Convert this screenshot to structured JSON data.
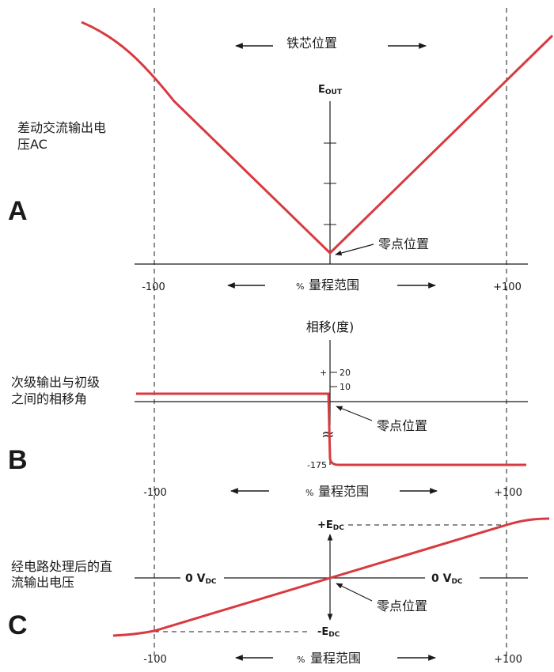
{
  "panel_a": {
    "letter": "A",
    "side_label_line1": "差动交流输出电",
    "side_label_line2": "压AC",
    "top_label": "铁芯位置",
    "yaxis_label": "E",
    "yaxis_sub": "OUT",
    "null_label": "零点位置",
    "x_left": "-100",
    "x_right": "+100",
    "percent": "%",
    "range_label": "量程范围"
  },
  "panel_b": {
    "letter": "B",
    "side_label_line1": "次级输出与初级",
    "side_label_line2": "之间的相移角",
    "yaxis_label": "相移(度)",
    "tick_plus": "+",
    "tick_20": "20",
    "tick_10": "10",
    "tick_175": "-175",
    "break_symbol": "≈",
    "null_label": "零点位置",
    "x_left": "-100",
    "x_right": "+100",
    "percent": "%",
    "range_label": "量程范围"
  },
  "panel_c": {
    "letter": "C",
    "side_label_line1": "经电路处理后的直",
    "side_label_line2": "流输出电压",
    "plus_label": "+E",
    "plus_sub": "DC",
    "minus_label": "-E",
    "minus_sub": "DC",
    "zero_left": "0 V",
    "zero_left_sub": "DC",
    "zero_right": "0 V",
    "zero_right_sub": "DC",
    "null_label": "零点位置",
    "x_left": "-100",
    "x_right": "+100",
    "percent": "%",
    "range_label": "量程范围"
  },
  "colors": {
    "curve": "#d83a3f",
    "ink": "#1a1a1a"
  }
}
